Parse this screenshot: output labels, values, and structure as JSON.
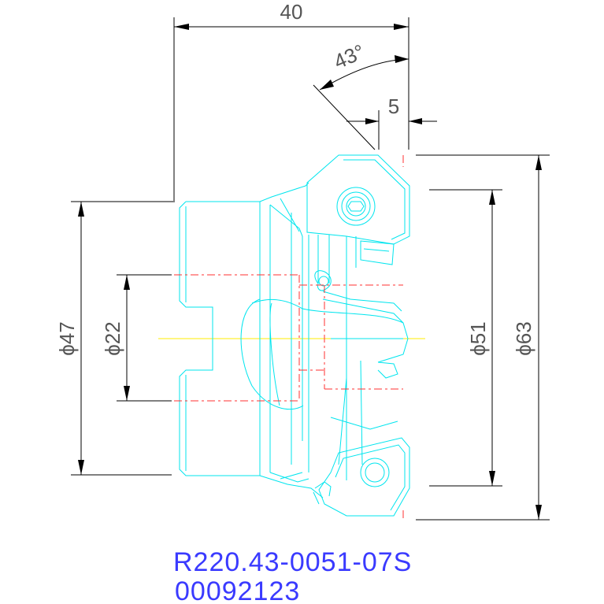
{
  "dimensions": {
    "length": "40",
    "angle": "43°",
    "offset": "5",
    "dia_47": "ϕ47",
    "dia_22": "ϕ22",
    "dia_51": "ϕ51",
    "dia_63": "ϕ63"
  },
  "title_block": {
    "part_number": "R220.43-0051-07S",
    "drawing_number": "00092123"
  },
  "colors": {
    "outline": "#00e5ee",
    "hidden_lines": "#ff3030",
    "centerline": "#ffee00",
    "dimensions": "#000000",
    "title_text": "#3a3aff"
  }
}
